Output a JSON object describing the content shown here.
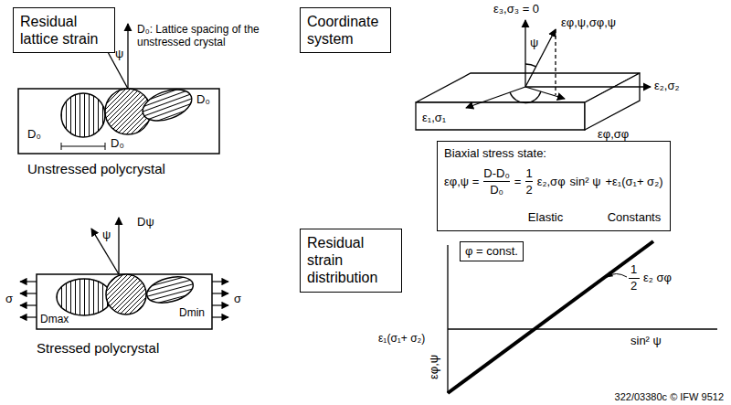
{
  "diagram": {
    "nodes": [
      {
        "text": [
          "Residual lattice strain"
        ]
      },
      {
        "text": [
          "Coordinate system"
        ]
      },
      {
        "text": [
          "Biaxial stress state:",
          "εφ,ψ =",
          "D-D₀",
          "D₀",
          "=",
          "1",
          "2",
          "ε₂,σφ",
          "sin² ψ",
          "+ε₁(σ₁+ σ₂)",
          "Elastic",
          "Constants"
        ]
      },
      {
        "text": [
          "Residual strain distribution"
        ]
      },
      {
        "text": [
          "φ = const."
        ]
      }
    ],
    "labels": [
      "D₀: Lattice spacing of the unstressed crystal",
      "ψ",
      "D₀",
      "D₀",
      "D₀",
      "Unstressed polycrystal",
      "ψ",
      "Dψ",
      "σ",
      "σ",
      "Dmax",
      "Dmin",
      "Stressed polycrystal",
      "ε₃,σ₃ = 0",
      "ψ",
      "εφ,ψ,σφ,ψ",
      "ε₂,σ₂",
      "ε₁,σ₁",
      "εφ,σφ",
      "εφ,ψ",
      "ε₁(σ₁+ σ₂)",
      "1",
      "2",
      "ε₂ σφ",
      "sin² ψ",
      "322/03380c © IFW 9512"
    ]
  }
}
